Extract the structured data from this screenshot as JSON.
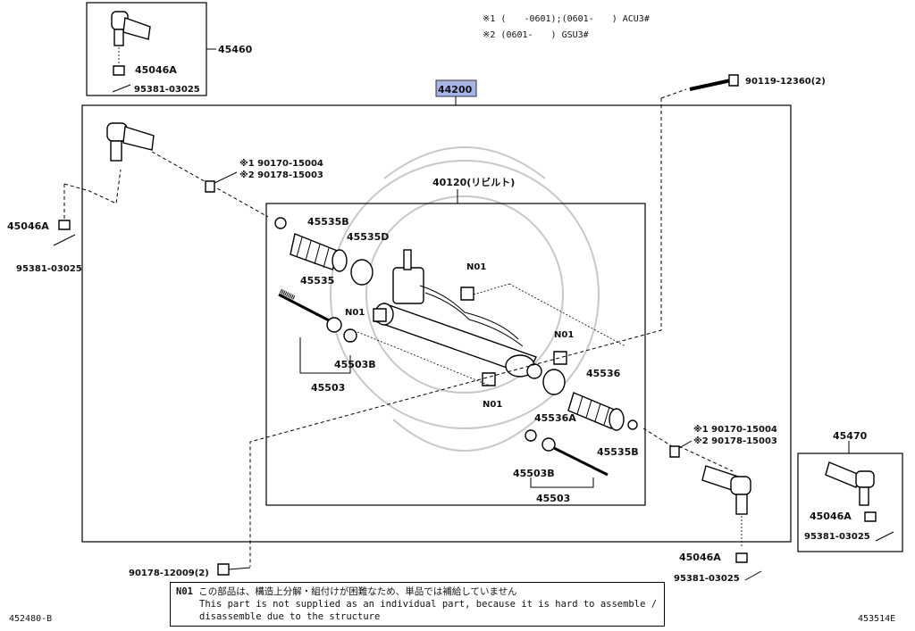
{
  "diagram": {
    "header_notes": [
      "※1 (　　-0601);(0601-　　) ACU3#",
      "※2 (0601-　　) GSU3#"
    ],
    "main_assembly": "44200",
    "sub_assembly": "40120(リビルト)",
    "parts": {
      "p45460": "45460",
      "p45046A_top": "45046A",
      "p95381_top": "95381-03025",
      "p90119": "90119-12360(2)",
      "n1_90170": "※1 90170-15004",
      "n2_90178": "※2 90178-15003",
      "p45046A_left": "45046A",
      "p95381_left": "95381-03025",
      "p45535B_top": "45535B",
      "p45535D": "45535D",
      "p45535": "45535",
      "n01_a": "N01",
      "n01_b": "N01",
      "n01_c": "N01",
      "n01_d": "N01",
      "p45503B_left": "45503B",
      "p45503_left": "45503",
      "p45536": "45536",
      "p45536A": "45536A",
      "p45535B_right": "45535B",
      "n1_90170_r": "※1 90170-15004",
      "n2_90178_r": "※2 90178-15003",
      "p45503B_right": "45503B",
      "p45503_right": "45503",
      "p45470": "45470",
      "p45046A_right": "45046A",
      "p95381_right": "95381-03025",
      "p45046A_bottom": "45046A",
      "p95381_bottom": "95381-03025",
      "p90178_12009": "90178-12009(2)"
    },
    "footnote": {
      "key": "N01",
      "line1": "この部品は、構造上分解・組付けが困難なため、単品では補給していません",
      "line2": "This part is not supplied as an individual part, because it is hard to assemble /",
      "line3": "disassemble due to the structure"
    },
    "code_left": "452480-B",
    "code_right": "453514E"
  }
}
